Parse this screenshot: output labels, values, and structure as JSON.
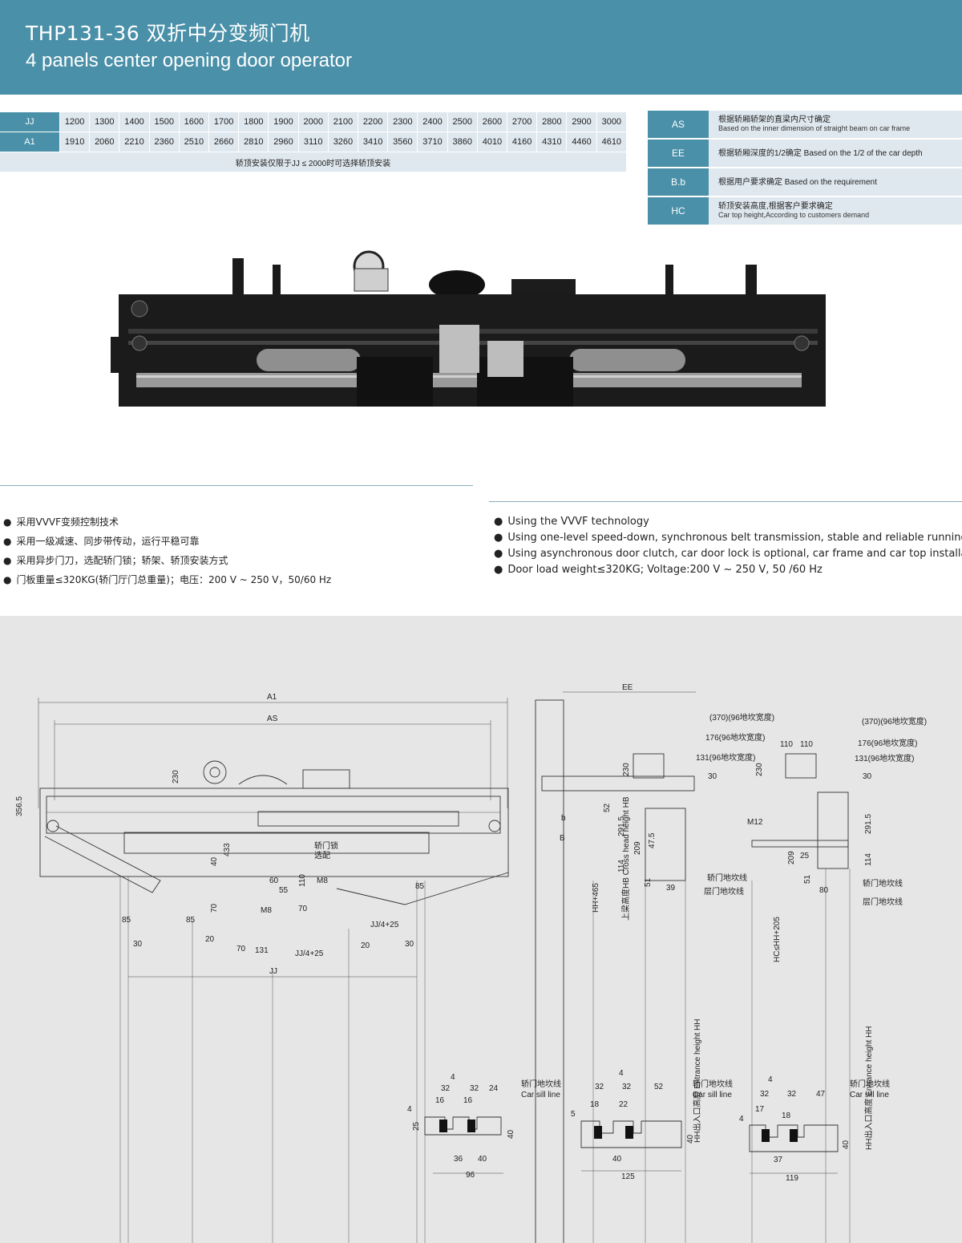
{
  "header": {
    "title": "THP131-36  双折中分变频门机",
    "subtitle": "4 panels center opening door operator"
  },
  "spec_table": {
    "jj_label": "JJ",
    "a1_label": "A1",
    "jj": [
      "1200",
      "1300",
      "1400",
      "1500",
      "1600",
      "1700",
      "1800",
      "1900",
      "2000",
      "2100",
      "2200",
      "2300",
      "2400",
      "2500",
      "2600",
      "2700",
      "2800",
      "2900",
      "3000"
    ],
    "a1": [
      "1910",
      "2060",
      "2210",
      "2360",
      "2510",
      "2660",
      "2810",
      "2960",
      "3110",
      "3260",
      "3410",
      "3560",
      "3710",
      "3860",
      "4010",
      "4160",
      "4310",
      "4460",
      "4610"
    ],
    "note": "轿顶安装仅限于JJ ≤ 2000时可选择轿顶安装"
  },
  "legend_table": [
    {
      "label": "AS",
      "cn": "根据轿厢轿架的直梁内尺寸确定",
      "en": "Based on the inner dimension of straight beam on car frame"
    },
    {
      "label": "EE",
      "cn": "根据轿厢深度的1/2确定 Based on the 1/2 of the car depth",
      "en": ""
    },
    {
      "label": "B.b",
      "cn": "根据用户要求确定  Based on the requirement",
      "en": ""
    },
    {
      "label": "HC",
      "cn": "轿顶安装高度,根据客户要求确定",
      "en": "Car top height,According to customers demand"
    }
  ],
  "features_cn": [
    "采用VVVF变频控制技术",
    "采用一级减速、同步带传动，运行平稳可靠",
    "采用异步门刀，选配轿门锁；轿架、轿顶安装方式",
    "门板重量≤320KG(轿门厅门总重量)；电压：200 V ~ 250 V，50/60 Hz"
  ],
  "features_en": [
    "Using the VVVF technology",
    "Using one-level speed-down, synchronous belt transmission, stable and reliable running",
    "Using asynchronous door clutch, car door lock is optional, car frame and car top installation",
    "Door load weight≤320KG; Voltage:200 V  ~  250 V, 50 /60 Hz"
  ],
  "drawing": {
    "front": {
      "a1": "A1",
      "as": "AS",
      "d230": "230",
      "d356": "356.5",
      "lock": "轿门锁",
      "lock2": "选配",
      "d60": "60",
      "d55": "55",
      "d110": "110",
      "m8a": "M8",
      "m8b": "M8",
      "d85a": "85",
      "d85b": "85",
      "d85c": "85",
      "d70a": "70",
      "d70b": "70",
      "d70c": "70",
      "d40": "40",
      "d433": "433",
      "d20a": "20",
      "d20b": "20",
      "d30a": "30",
      "d30b": "30",
      "d131": "131",
      "jj4a": "JJ/4+25",
      "jj4b": "JJ/4+25",
      "jj": "JJ"
    },
    "side1": {
      "ee": "EE",
      "d370": "(370)(96地坎宽度)",
      "d176": "176(96地坎宽度)",
      "d131": "131(96地坎宽度)",
      "d30": "30",
      "d230": "230",
      "d52": "52",
      "d2915": "291.5",
      "d209": "209",
      "d475": "47.5",
      "d114": "114",
      "d51": "51",
      "d39": "39",
      "b": "b",
      "B": "B",
      "hh465": "HH+465",
      "hb": "上梁高度HB Cross head height HB",
      "hh": "HH出入口高度 Entrance height HH",
      "car_sill": "轿门地坎线",
      "hall_sill": "层门地坎线"
    },
    "side2": {
      "d370": "(370)(96地坎宽度)",
      "d110a": "110",
      "d110b": "110",
      "d176": "176(96地坎宽度)",
      "d131": "131(96地坎宽度)",
      "d30": "30",
      "d230": "230",
      "m12": "M12",
      "d2915": "291.5",
      "d209": "209",
      "d25": "25",
      "d51": "51",
      "d80": "80",
      "d114": "114",
      "hc": "HC≤HH+205",
      "hh": "HH出入口高度 Entrance height HH",
      "car_sill": "轿门地坎线",
      "hall_sill": "层门地坎线"
    },
    "sills": [
      {
        "d4": "4",
        "d32a": "32",
        "d32b": "32",
        "d24": "24",
        "d16a": "16",
        "d16b": "16",
        "d4b": "4",
        "d25": "25",
        "d36": "36",
        "d40": "40",
        "d40v": "40",
        "total": "96",
        "cn": "轿门地坎线",
        "en": "Car sill line"
      },
      {
        "d4": "4",
        "d32a": "32",
        "d32b": "32",
        "d52": "52",
        "d18": "18",
        "d22": "22",
        "d5": "5",
        "d40": "40",
        "d40v": "40",
        "total": "125",
        "cn": "轿门地坎线",
        "en": "Car sill line"
      },
      {
        "d4": "4",
        "d32a": "32",
        "d32b": "32",
        "d47": "47",
        "d17": "17",
        "d18": "18",
        "d4b": "4",
        "d37": "37",
        "d40v": "40",
        "total": "119",
        "cn": "轿门地坎线",
        "en": "Car sill line"
      }
    ]
  },
  "colors": {
    "accent": "#4a90a8",
    "table_bg": "#dfe8ef",
    "drawing_bg": "#e6e6e6"
  }
}
